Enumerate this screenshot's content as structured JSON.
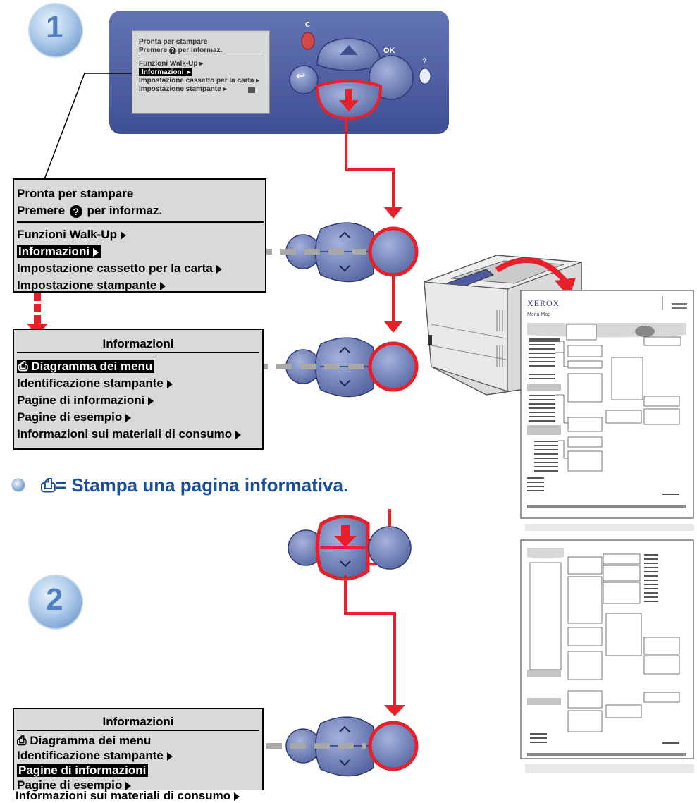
{
  "step1_number": "1",
  "step2_number": "2",
  "lcd": {
    "line1": "Pronta per stampare",
    "line2_pre": "Premere",
    "line2_post": "per informaz.",
    "item1": "Funzioni Walk-Up",
    "item2": "Informazioni",
    "item3": "Impostazione cassetto per la carta",
    "item4": "Impostazione stampante"
  },
  "panel": {
    "cancel_label": "C",
    "ok_label": "OK",
    "help_label": "?"
  },
  "menu1": {
    "line1": "Pronta per stampare",
    "line2_pre": "Premere",
    "line2_post": "per informaz.",
    "items": [
      "Funzioni Walk-Up",
      "Informazioni",
      "Impostazione cassetto per la carta",
      "Impostazione stampante"
    ]
  },
  "menu2": {
    "title": "Informazioni",
    "items": [
      "Diagramma dei menu",
      "Identificazione stampante",
      "Pagine di informazioni",
      "Pagine di esempio",
      "Informazioni sui materiali di consumo"
    ]
  },
  "menu3": {
    "title": "Informazioni",
    "items": [
      "Diagramma dei menu",
      "Identificazione stampante",
      "Pagine di informazioni",
      "Pagine di esempio",
      "Informazioni sui materiali di consumo"
    ]
  },
  "note": {
    "text": "= Stampa una pagina informativa."
  },
  "printout": {
    "brand": "XEROX",
    "title": "Menu Map"
  },
  "colors": {
    "accent_red": "#e8202a",
    "button_blue": "#6b7bb0",
    "panel_blue": "#4f5fa4",
    "note_blue": "#1b4f9c"
  }
}
